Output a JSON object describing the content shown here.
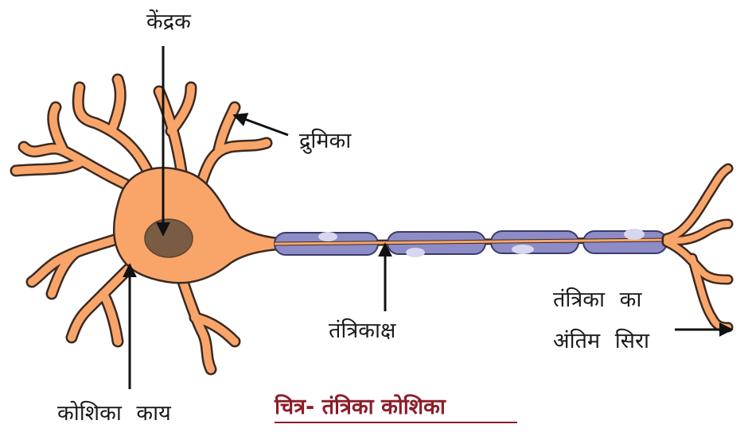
{
  "labels": {
    "nucleus": "केंद्रक",
    "dendrite": "द्रुमिका",
    "axon": "तंत्रिकाक्ष",
    "terminal_line1": "तंत्रिका का",
    "terminal_line2": "अंतिम सिरा",
    "cell_body": "कोशिका काय"
  },
  "caption": "चित्र- तंत्रिका कोशिका",
  "colors": {
    "cell": "#f9a56a",
    "outline": "#3a2a22",
    "nucleus": "#7a5c44",
    "myelin": "#8e8cc6",
    "myelin_highlight": "#d9d6f0",
    "caption": "#8b1d2a",
    "arrow": "#111111"
  }
}
